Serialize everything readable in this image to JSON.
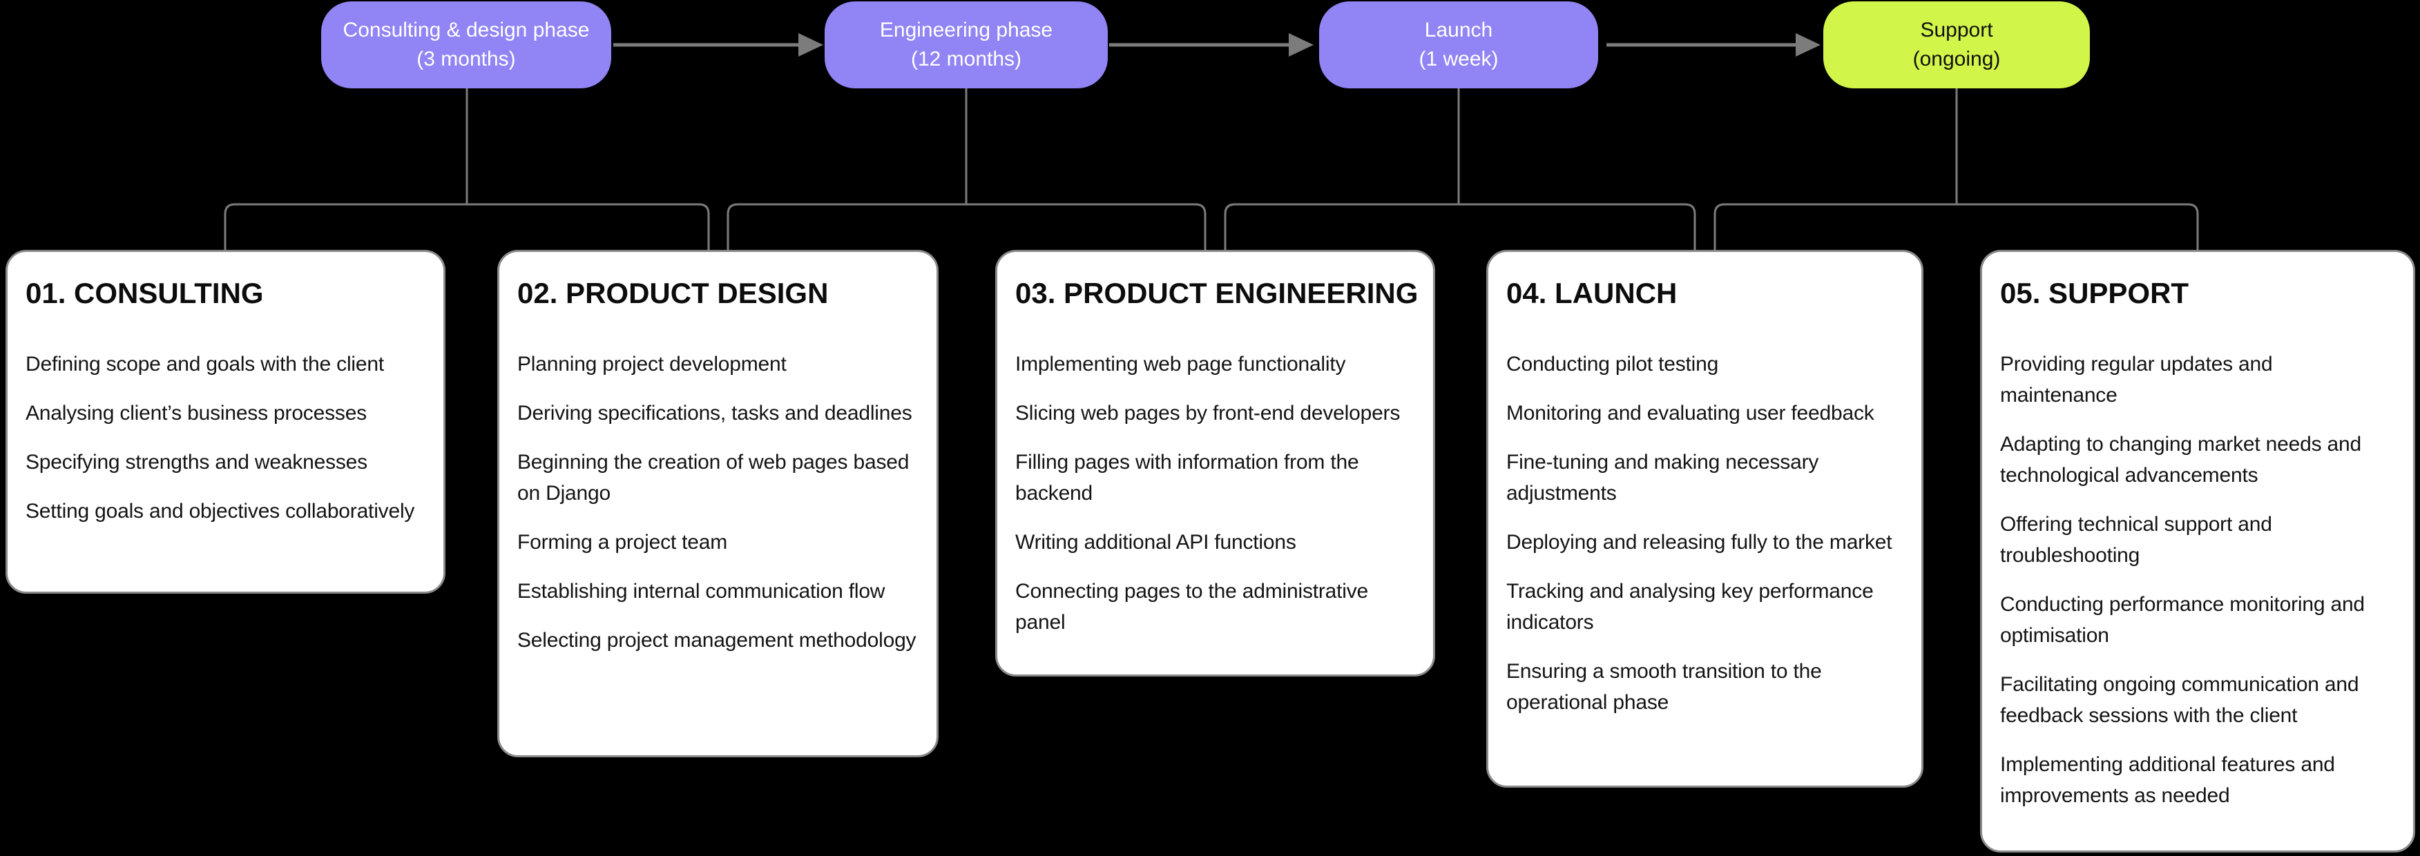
{
  "diagram": {
    "phases": [
      {
        "name": "Consulting & design phase",
        "duration": "(3 months)"
      },
      {
        "name": "Engineering phase",
        "duration": "(12 months)"
      },
      {
        "name": "Launch",
        "duration": "(1 week)"
      },
      {
        "name": "Support",
        "duration": "(ongoing)"
      }
    ],
    "cards": [
      {
        "title": "01. CONSULTING",
        "items": [
          "Defining scope and goals with the client",
          "Analysing client’s business processes",
          "Specifying strengths and weaknesses",
          "Setting goals and objectives collaboratively"
        ]
      },
      {
        "title": "02. PRODUCT DESIGN",
        "items": [
          "Planning project development",
          "Deriving specifications, tasks and deadlines",
          "Beginning the creation of web pages based on Django",
          "Forming a project team",
          "Establishing internal communication flow",
          "Selecting project management methodology"
        ]
      },
      {
        "title": "03. PRODUCT ENGINEERING",
        "items": [
          "Implementing web page functionality",
          "Slicing web pages by front-end developers",
          "Filling pages with information from the backend",
          "Writing additional API functions",
          "Connecting pages to the administrative panel"
        ]
      },
      {
        "title": "04. LAUNCH",
        "items": [
          "Conducting pilot testing",
          "Monitoring and evaluating user feedback",
          "Fine-tuning and making necessary adjustments",
          "Deploying and releasing fully to the market",
          "Tracking and analysing key performance indicators",
          "Ensuring a smooth transition to the operational phase"
        ]
      },
      {
        "title": "05. SUPPORT",
        "items": [
          "Providing regular updates and maintenance",
          "Adapting to changing market needs and technological advancements",
          "Offering technical support and troubleshooting",
          "Conducting performance monitoring and optimisation",
          "Facilitating ongoing communication and feedback sessions with the client",
          "Implementing additional features and improvements as needed"
        ]
      }
    ],
    "colors": {
      "phase_purple": "#9184F4",
      "phase_green": "#D2F54A",
      "connector_gray": "#7C7C7C",
      "card_border_gray": "#8A8A8A",
      "card_background": "#FFFFFF",
      "page_background": "#000000"
    }
  }
}
